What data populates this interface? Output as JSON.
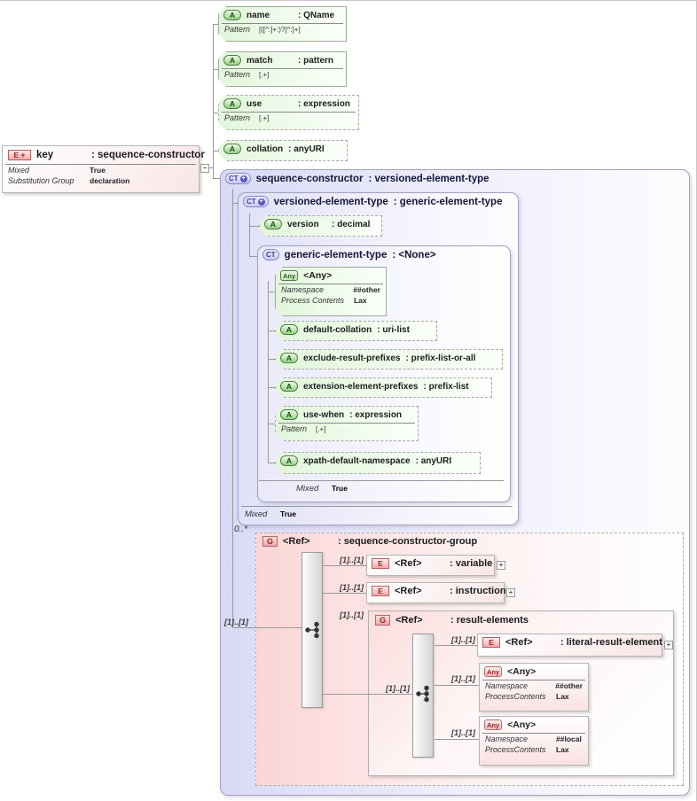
{
  "palette": {
    "attribute_green": "#e2f6db",
    "complextype_lavender": "#d9d9f6",
    "group_pink": "#fbd6d6",
    "element_pink": "#f9e6e6",
    "border_gray": "#a0a0a0",
    "line_gray": "#999999"
  },
  "key_box": {
    "icon": "E",
    "icon_plus": "+",
    "name": "key",
    "type": ": sequence-constructor",
    "rows": [
      {
        "label": "Mixed",
        "value": "True"
      },
      {
        "label": "Substitution Group",
        "value": "declaration"
      }
    ]
  },
  "collapse_toggle": "−",
  "attr_name": {
    "icon": "A",
    "name": "name",
    "type": ": QName",
    "pattern_label": "Pattern",
    "pattern_value": "[([^:]+:)?[^:]+]"
  },
  "attr_match": {
    "icon": "A",
    "name": "match",
    "type": ": pattern",
    "pattern_label": "Pattern",
    "pattern_value": "[.+]"
  },
  "attr_use": {
    "icon": "A",
    "name": "use",
    "type": ": expression",
    "pattern_label": "Pattern",
    "pattern_value": "[.+]"
  },
  "attr_collation": {
    "icon": "A",
    "name": "collation",
    "type": ": anyURI"
  },
  "ct_sequence_constructor": {
    "icon": "CT",
    "icon_plus": "+",
    "name": "sequence-constructor",
    "type": ": versioned-element-type",
    "mixed_label": "Mixed",
    "mixed_value": "True"
  },
  "ct_versioned": {
    "icon": "CT",
    "icon_plus": "+",
    "name": "versioned-element-type",
    "type": ": generic-element-type",
    "mixed_label": "Mixed",
    "mixed_value": "True"
  },
  "attr_version": {
    "icon": "A",
    "name": "version",
    "type": ": decimal"
  },
  "ct_generic": {
    "icon": "CT",
    "name": "generic-element-type",
    "type": ": <None>"
  },
  "any_generic": {
    "icon": "Any",
    "title": "<Any>",
    "rows": [
      {
        "label": "Namespace",
        "value": "##other"
      },
      {
        "label": "Process Contents",
        "value": "Lax"
      }
    ]
  },
  "attr_default_collation": {
    "icon": "A",
    "name": "default-collation",
    "type": ": uri-list"
  },
  "attr_exclude_result_prefixes": {
    "icon": "A",
    "name": "exclude-result-prefixes",
    "type": ": prefix-list-or-all"
  },
  "attr_extension_element_prefixes": {
    "icon": "A",
    "name": "extension-element-prefixes",
    "type": ": prefix-list"
  },
  "attr_use_when": {
    "icon": "A",
    "name": "use-when",
    "type": ": expression",
    "pattern_label": "Pattern",
    "pattern_value": "[.+]"
  },
  "attr_xpath_default_namespace": {
    "icon": "A",
    "name": "xpath-default-namespace",
    "type": ": anyURI"
  },
  "group_sequence_constructor": {
    "occurs": "0..*",
    "icon": "G",
    "name": "<Ref>",
    "type": ": sequence-constructor-group",
    "cardinality_in": "[1]..[1]"
  },
  "ref_variable": {
    "icon": "E",
    "name": "<Ref>",
    "type": ": variable",
    "cardinality": "[1]..[1]",
    "expand": "+"
  },
  "ref_instruction": {
    "icon": "E",
    "name": "<Ref>",
    "type": ": instruction",
    "cardinality": "[1]..[1]",
    "expand": "+"
  },
  "group_result_elements": {
    "icon": "G",
    "name": "<Ref>",
    "type": ": result-elements",
    "cardinality": "[1]..[1]",
    "cardinality_in": "[1]..[1]"
  },
  "ref_literal_result_element": {
    "icon": "E",
    "name": "<Ref>",
    "type": ": literal-result-element",
    "cardinality": "[1]..[1]",
    "expand": "+"
  },
  "any_other": {
    "icon": "Any",
    "title": "<Any>",
    "cardinality": "[1]..[1]",
    "rows": [
      {
        "label": "Namespace",
        "value": "##other"
      },
      {
        "label": "ProcessContents",
        "value": "Lax"
      }
    ]
  },
  "any_local": {
    "icon": "Any",
    "title": "<Any>",
    "cardinality": "[1]..[1]",
    "rows": [
      {
        "label": "Namespace",
        "value": "##local"
      },
      {
        "label": "ProcessContents",
        "value": "Lax"
      }
    ]
  }
}
